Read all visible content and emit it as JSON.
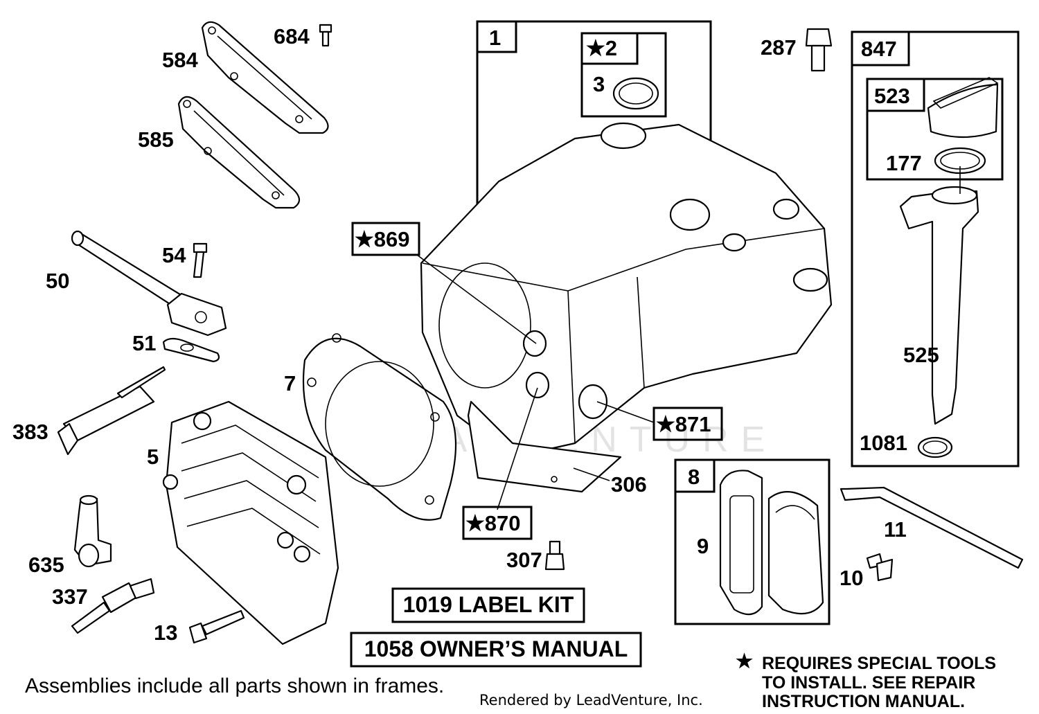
{
  "watermark": "LEADVENTURE",
  "labels": {
    "p684": "684",
    "p584": "584",
    "p585": "585",
    "p54": "54",
    "p50": "50",
    "p51": "51",
    "p383": "383",
    "p5": "5",
    "p635": "635",
    "p337": "337",
    "p13": "13",
    "p7": "7",
    "p306": "306",
    "p307": "307",
    "p287": "287",
    "p847": "847",
    "p523": "523",
    "p177": "177",
    "p525": "525",
    "p1081": "1081",
    "p8": "8",
    "p9": "9",
    "p11": "11",
    "p10": "10",
    "p1": "1",
    "p2": "★2",
    "p3": "3",
    "p869": "★869",
    "p870": "★870",
    "p871": "★871"
  },
  "boxes": {
    "label_kit": "1019 LABEL KIT",
    "owners_manual": "1058 OWNER’S MANUAL"
  },
  "notes": {
    "star": "★",
    "special_tools_1": "REQUIRES SPECIAL TOOLS",
    "special_tools_2": "TO INSTALL.  SEE REPAIR",
    "special_tools_3": "INSTRUCTION MANUAL.",
    "assemblies": "Assemblies include all parts shown in frames.",
    "rendered_by": "Rendered by LeadVenture, Inc."
  }
}
